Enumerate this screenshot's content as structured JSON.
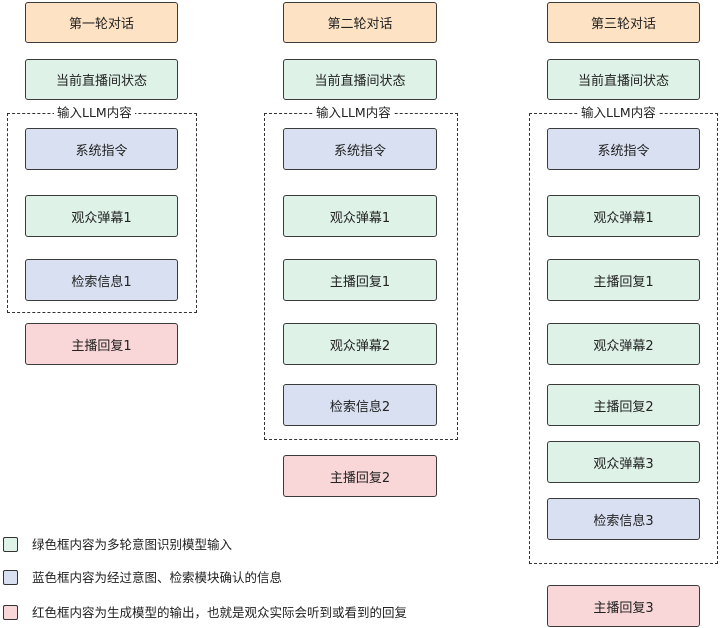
{
  "columns": [
    {
      "round_label": "第一轮对话",
      "state_label": "当前直播间状态",
      "input_group_label": "输入LLM内容",
      "inputs": [
        "系统指令",
        "观众弹幕1",
        "检索信息1"
      ],
      "output": "主播回复1"
    },
    {
      "round_label": "第二轮对话",
      "state_label": "当前直播间状态",
      "input_group_label": "输入LLM内容",
      "inputs": [
        "系统指令",
        "观众弹幕1",
        "主播回复1",
        "观众弹幕2",
        "检索信息2"
      ],
      "output": "主播回复2"
    },
    {
      "round_label": "第三轮对话",
      "state_label": "当前直播间状态",
      "input_group_label": "输入LLM内容",
      "inputs": [
        "系统指令",
        "观众弹幕1",
        "主播回复1",
        "观众弹幕2",
        "主播回复2",
        "观众弹幕3",
        "检索信息3"
      ],
      "output": "主播回复3"
    }
  ],
  "legend": [
    {
      "color": "#dff2e8",
      "text": "绿色框内容为多轮意图识别模型输入"
    },
    {
      "color": "#d9e0f1",
      "text": "蓝色框内容为经过意图、检索模块确认的信息"
    },
    {
      "color": "#f9d6d7",
      "text": "红色框内容为生成模型的输出，也就是观众实际会听到或看到的回复"
    }
  ],
  "colors": {
    "round": "#fde2c3",
    "green": "#dff2e8",
    "blue": "#d9e0f1",
    "red": "#f9d6d7"
  }
}
